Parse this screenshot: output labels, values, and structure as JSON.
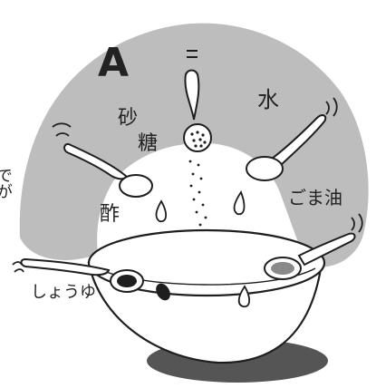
{
  "illustration": {
    "panel_letter": "A",
    "labels": {
      "sugar_line1": "砂",
      "sugar_line2": "糖",
      "water": "水",
      "vinegar": "酢",
      "sesame_oil": "ごま油",
      "soy_sauce": "しょうゆ",
      "cropped_edge_text": "でが"
    }
  },
  "colors": {
    "arch_fill": "#bdbdbd",
    "outline": "#1e1e1e",
    "bowl_shadow": "#555555",
    "background": "#ffffff"
  }
}
